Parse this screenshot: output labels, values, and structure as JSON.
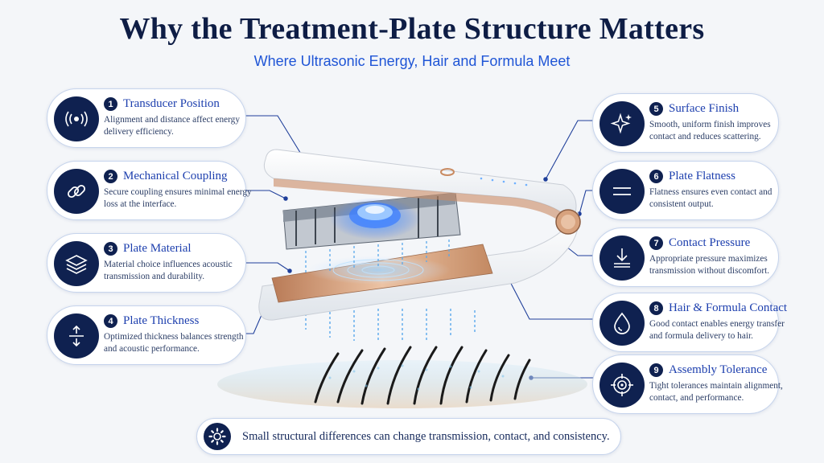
{
  "header": {
    "title": "Why the Treatment-Plate Structure Matters",
    "subtitle": "Where Ultrasonic Energy, Hair and Formula Meet"
  },
  "cards": [
    {
      "num": "1",
      "title": "Transducer Position",
      "desc": "Alignment and distance affect energy delivery efficiency.",
      "icon": "ultrasonic-waves-icon"
    },
    {
      "num": "2",
      "title": "Mechanical Coupling",
      "desc": "Secure coupling ensures minimal energy loss at the interface.",
      "icon": "link-icon"
    },
    {
      "num": "3",
      "title": "Plate Material",
      "desc": "Material choice influences acoustic transmission and durability.",
      "icon": "layers-icon"
    },
    {
      "num": "4",
      "title": "Plate Thickness",
      "desc": "Optimized thickness balances strength and acoustic performance.",
      "icon": "thickness-arrows-icon"
    },
    {
      "num": "5",
      "title": "Surface Finish",
      "desc": "Smooth, uniform finish improves contact and reduces scattering.",
      "icon": "sparkle-icon"
    },
    {
      "num": "6",
      "title": "Plate Flatness",
      "desc": "Flatness ensures even contact and consistent output.",
      "icon": "flat-lines-icon"
    },
    {
      "num": "7",
      "title": "Contact Pressure",
      "desc": "Appropriate pressure maximizes transmission without discomfort.",
      "icon": "pressure-arrow-icon"
    },
    {
      "num": "8",
      "title": "Hair & Formula Contact",
      "desc": "Good contact enables energy transfer and formula delivery to hair.",
      "icon": "droplet-icon"
    },
    {
      "num": "9",
      "title": "Assembly Tolerance",
      "desc": "Tight tolerances maintain alignment, contact, and performance.",
      "icon": "target-icon"
    }
  ],
  "banner": {
    "text": "Small structural differences can change transmission, contact, and consistency.",
    "icon": "gear-icon"
  },
  "colors": {
    "navy": "#0f2150",
    "accent_blue": "#1f55d6",
    "copper": "#c98b62"
  }
}
